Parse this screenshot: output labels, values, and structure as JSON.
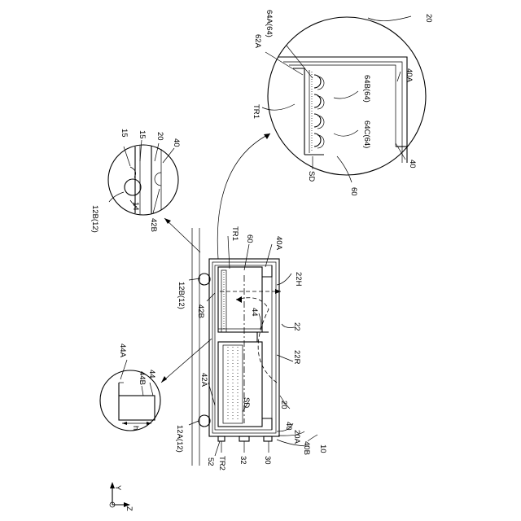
{
  "labels": {
    "ref_20_top": "20",
    "ref_64A": "64A(64)",
    "ref_62A": "62A",
    "ref_40A_top": "40A",
    "ref_64B": "64B(64)",
    "ref_TR1_top": "TR1",
    "ref_64C": "64C(64)",
    "ref_40_top": "40",
    "ref_SD_top": "SD",
    "ref_60_top": "60",
    "ref_15a": "15",
    "ref_15b": "15",
    "ref_20_mid": "20",
    "ref_40_mid": "40",
    "ref_14": "14",
    "ref_12B_mid": "12B(12)",
    "ref_42B_mid": "42B",
    "ref_TR1": "TR1",
    "ref_60": "60",
    "ref_40A": "40A",
    "ref_22H": "22H",
    "ref_12B": "12B(12)",
    "ref_42B": "42B",
    "ref_44": "44",
    "ref_22": "22",
    "ref_22R": "22R",
    "ref_44A": "44A",
    "ref_44_det": "44",
    "ref_44B": "44B",
    "ref_h": "h",
    "ref_42A": "42A",
    "ref_SD": "SD",
    "ref_20": "20",
    "ref_12A": "12A(12)",
    "ref_40": "40",
    "ref_20A": "20A",
    "ref_40B": "40B",
    "ref_TR2": "TR2",
    "ref_52": "52",
    "ref_32": "32",
    "ref_30": "30",
    "ref_10": "10",
    "axis_Y": "Y",
    "axis_Z": "Z"
  }
}
